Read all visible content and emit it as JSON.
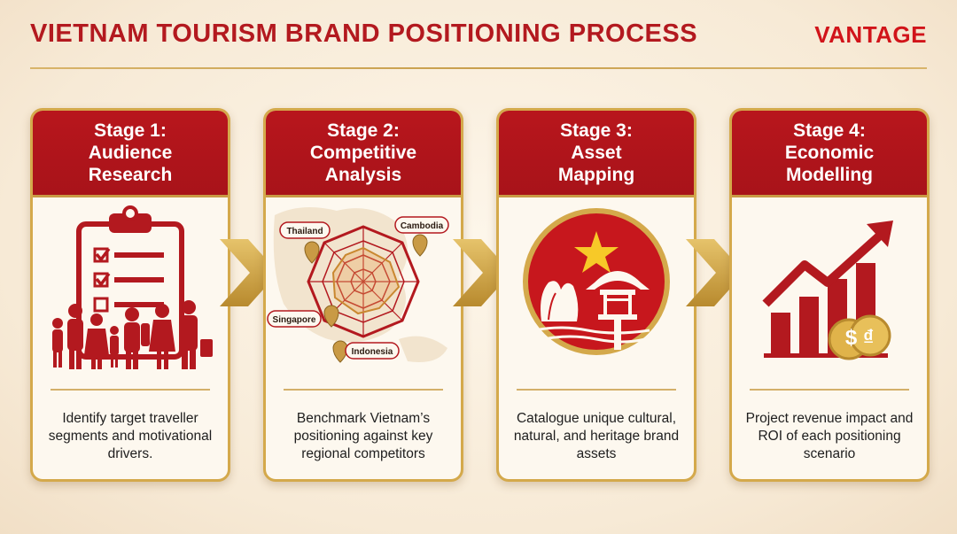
{
  "header": {
    "title": "VIETNAM TOURISM BRAND POSITIONING PROCESS",
    "brand": "VANTAGE"
  },
  "stages": [
    {
      "title": "Stage 1:\nAudience\nResearch",
      "icon": "clipboard-travellers-icon",
      "description": "Identify target traveller segments and motivational drivers."
    },
    {
      "title": "Stage 2:\nCompetitive\nAnalysis",
      "icon": "radar-map-icon",
      "map_labels": [
        "Thailand",
        "Cambodia",
        "Singapore",
        "Indonesia"
      ],
      "description": "Benchmark Vietnam’s positioning against key regional competitors"
    },
    {
      "title": "Stage 3:\nAsset\nMapping",
      "icon": "vietnam-landmark-icon",
      "description": "Catalogue unique cultural, natural, and heritage brand assets"
    },
    {
      "title": "Stage 4:\nEconomic\nModelling",
      "icon": "growth-chart-icon",
      "currency_symbols": "$ ₫",
      "description": "Project revenue impact and ROI of each positioning scenario"
    }
  ],
  "colors": {
    "primary_red": "#b3191f",
    "gold": "#d4a94b",
    "background": "#f7ead6"
  }
}
